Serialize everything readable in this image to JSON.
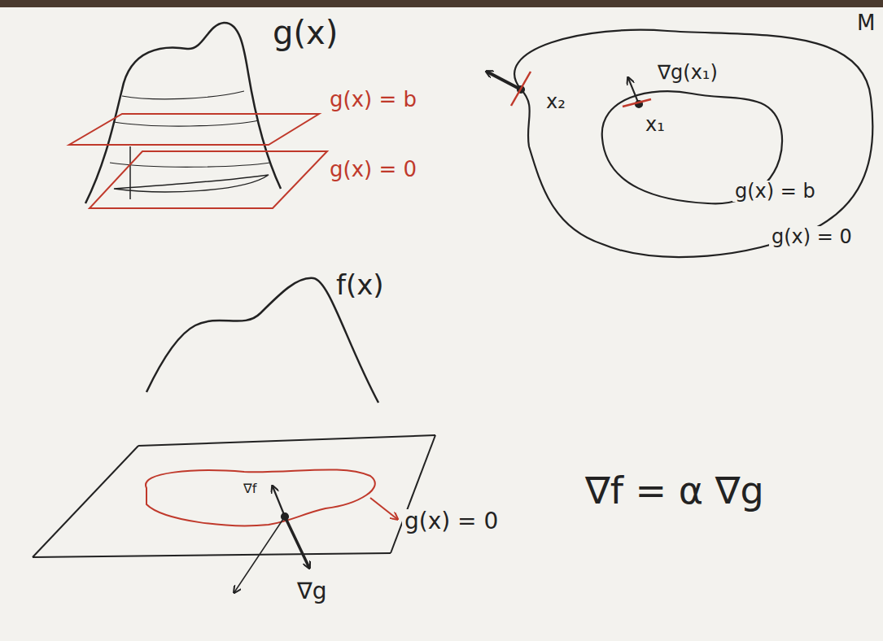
{
  "diagram": {
    "labels": [
      "M",
      "g(x)",
      "g(x) = b",
      "g(x) = 0",
      "∇g(x₁)",
      "x₂",
      "x₁",
      "g(x) = b",
      "g(x) = 0",
      "f(x)",
      "∇f",
      "g(x) = 0",
      "∇g",
      "∇f = α ∇g"
    ]
  }
}
